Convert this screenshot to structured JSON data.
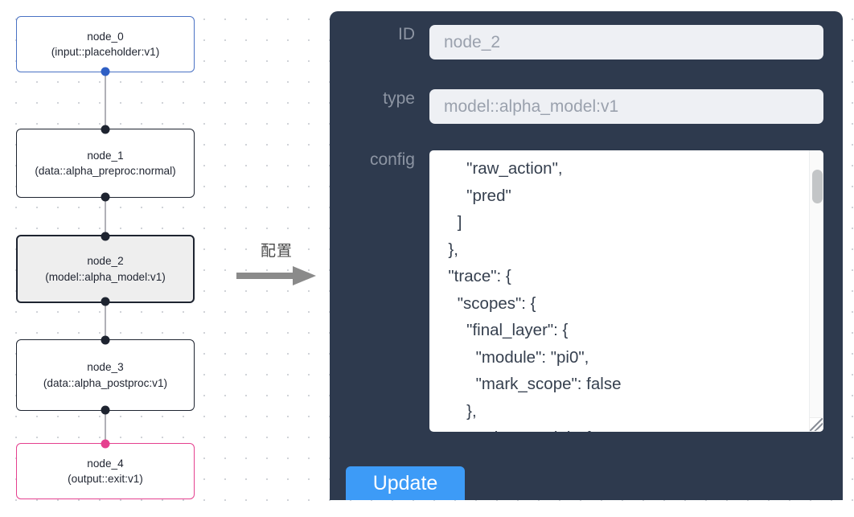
{
  "graph": {
    "nodes": [
      {
        "id": "node_0",
        "title": "node_0",
        "subtitle": "(input::placeholder:v1)",
        "style": "input",
        "selected": false
      },
      {
        "id": "node_1",
        "title": "node_1",
        "subtitle": "(data::alpha_preproc:normal)",
        "style": "default",
        "selected": false
      },
      {
        "id": "node_2",
        "title": "node_2",
        "subtitle": "(model::alpha_model:v1)",
        "style": "default",
        "selected": true
      },
      {
        "id": "node_3",
        "title": "node_3",
        "subtitle": "(data::alpha_postproc:v1)",
        "style": "default",
        "selected": false
      },
      {
        "id": "node_4",
        "title": "node_4",
        "subtitle": "(output::exit:v1)",
        "style": "output",
        "selected": false
      }
    ]
  },
  "annotation": {
    "text": "配置",
    "arrow_icon": "right-arrow-icon"
  },
  "panel": {
    "fields": {
      "id": {
        "label": "ID",
        "value": "node_2"
      },
      "type": {
        "label": "type",
        "value": "model::alpha_model:v1"
      },
      "config": {
        "label": "config",
        "value": "      \"raw_action\",\n      \"pred\"\n    ]\n  },\n  \"trace\": {\n    \"scopes\": {\n      \"final_layer\": {\n        \"module\": \"pi0\",\n        \"mark_scope\": false\n      },\n      \"action_model\": {"
      }
    },
    "update_button": "Update"
  },
  "colors": {
    "panel_bg": "#2e3a4e",
    "accent_blue": "#3d9bf7",
    "input_node_border": "#4a72c4",
    "output_node_border": "#e5408f",
    "selected_node_bg": "#eeeeee",
    "field_bg": "#eef0f4",
    "label_gray": "#8d95a3"
  }
}
